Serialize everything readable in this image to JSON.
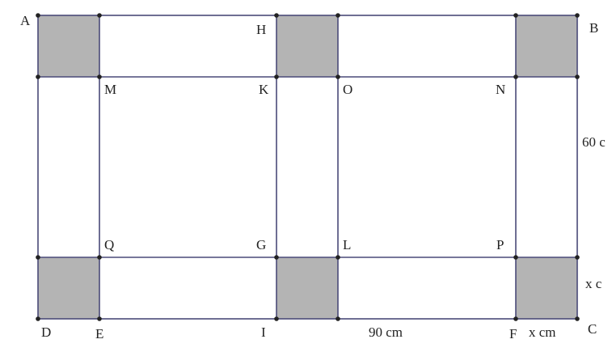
{
  "colors": {
    "line": "#4a4a78",
    "shade": "#b4b4b4",
    "point": "#222222",
    "label": "#222222"
  },
  "points": {
    "A": "A",
    "H": "H",
    "B": "B",
    "M": "M",
    "K": "K",
    "O": "O",
    "N": "N",
    "Q": "Q",
    "G": "G",
    "L": "L",
    "P": "P",
    "D": "D",
    "E": "E",
    "I": "I",
    "F": "F",
    "C": "C"
  },
  "dimensions": {
    "height_side": "60 c",
    "x_right": "x c",
    "bottom_90": "90 cm",
    "bottom_x": "x cm"
  }
}
